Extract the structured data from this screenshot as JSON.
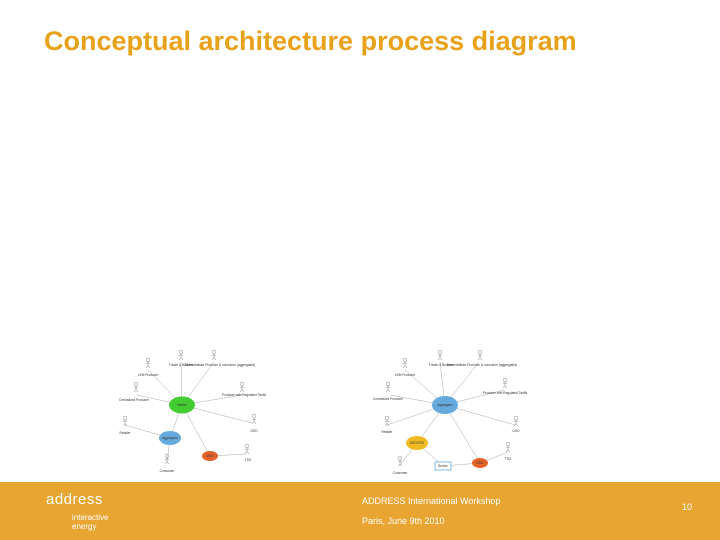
{
  "slide": {
    "title": "Conceptual architecture process diagram"
  },
  "left_diagram": {
    "hub_label": "Market",
    "aggregator_label": "Aggregator",
    "dso_label": "DSO",
    "actors": [
      "Trader & Brokers",
      "Decentralised Producer & consumer (aggregated)",
      "LEM Producer",
      "Centralized Producer",
      "Producer with Regulated Tariffs",
      "Retailer",
      "DSO",
      "Consumer",
      "TSO"
    ]
  },
  "right_diagram": {
    "hub_label": "Aggregator",
    "sub_label": "DSO/TSO",
    "box_label": "Broker",
    "red_label": "DSO",
    "actors": [
      "Trader & Brokers",
      "Decentralised Producer & consumer (aggregated)",
      "LEM Producer",
      "Centralized Producer",
      "Producer with Regulated Tariffs",
      "Retailer",
      "DSO",
      "TSO",
      "Consumer"
    ]
  },
  "footer": {
    "logo_word": "address",
    "logo_sub_1": "interactive",
    "logo_sub_2": "energy",
    "line1": "ADDRESS International Workshop",
    "line2": "Paris, June 9th 2010",
    "page_number": "10"
  },
  "colors": {
    "title": "#e8a21a",
    "footer": "#e8a531",
    "hub_green": "#44cc33",
    "node_blue": "#66aadd",
    "node_orange": "#e2622a",
    "node_yellow": "#eebb22"
  }
}
